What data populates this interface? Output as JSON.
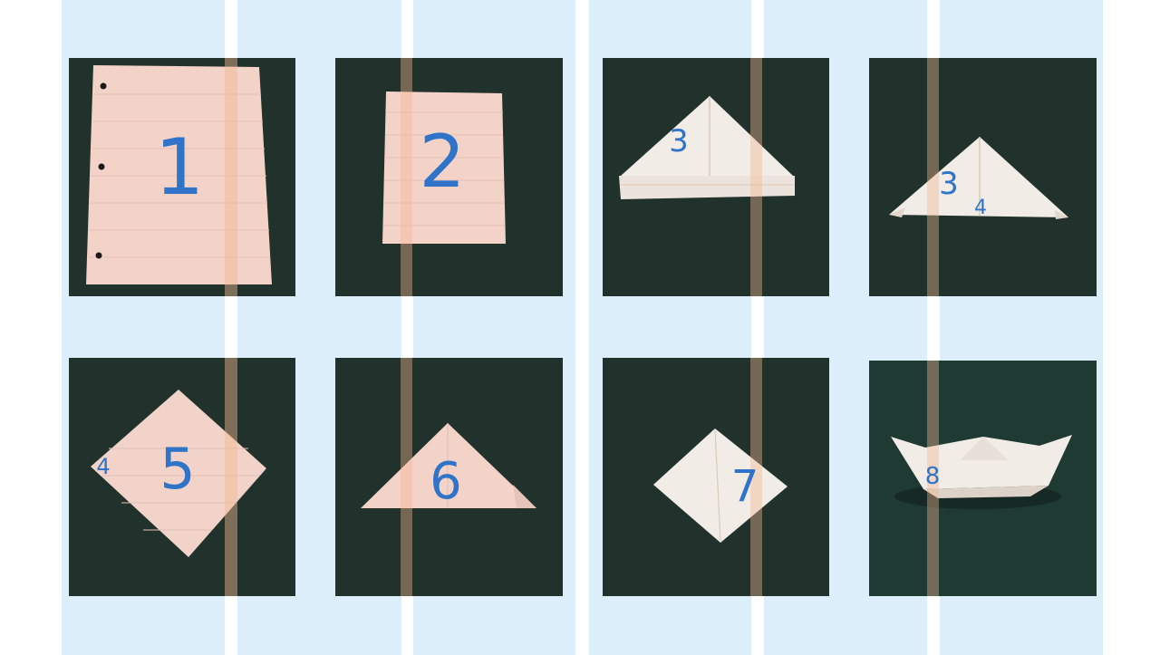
{
  "steps": [
    {
      "label": "1",
      "shape": "sheet"
    },
    {
      "label": "2",
      "shape": "folded-sheet"
    },
    {
      "label": "3",
      "shape": "hat"
    },
    {
      "label": "3",
      "shape": "triangle",
      "extra_label": "4"
    },
    {
      "label": "5",
      "shape": "diamond",
      "extra_label": "4"
    },
    {
      "label": "6",
      "shape": "triangle-flat"
    },
    {
      "label": "7",
      "shape": "diamond-small"
    },
    {
      "label": "8",
      "shape": "boat"
    }
  ],
  "colors": {
    "background": "#ffffff",
    "stripe": "#ddeefb",
    "mat": "#21322d",
    "paper": "#f3d2c8",
    "paper_white": "#f1ece6",
    "ink": "#2f74c9"
  }
}
